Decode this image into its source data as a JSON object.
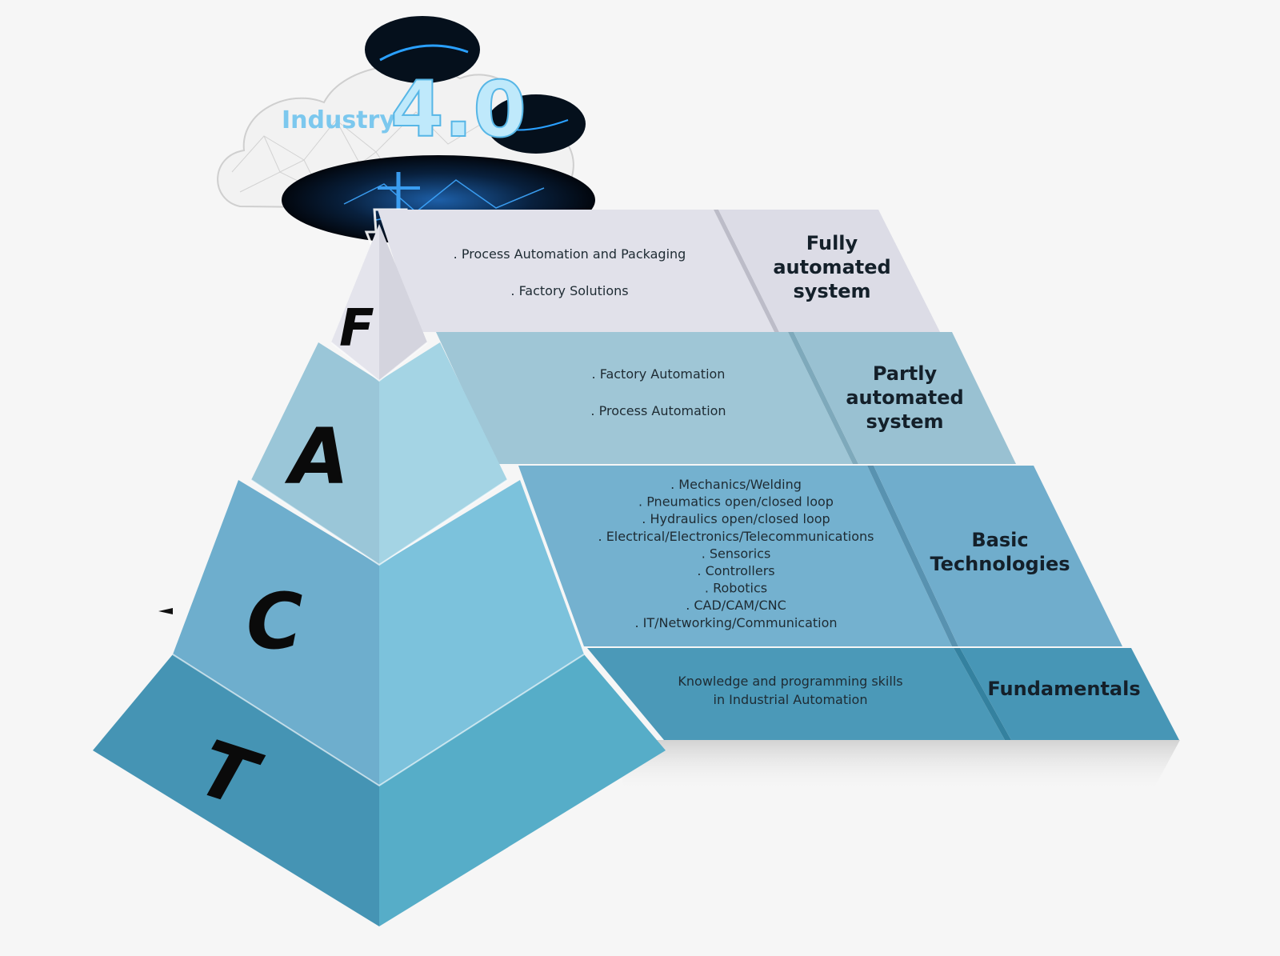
{
  "logo": {
    "word": "Industry",
    "number": "4.0"
  },
  "letters": [
    "F",
    "A",
    "C",
    "T"
  ],
  "tiers": [
    {
      "label_lines": [
        "Fully",
        "automated",
        "system"
      ],
      "items": [
        ". Process Automation and Packaging",
        ". Factory Solutions"
      ]
    },
    {
      "label_lines": [
        "Partly",
        "automated",
        "system"
      ],
      "items": [
        ". Factory Automation",
        ". Process Automation"
      ]
    },
    {
      "label_lines": [
        "Basic",
        "Technologies"
      ],
      "items": [
        ". Mechanics/Welding",
        ". Pneumatics open/closed loop",
        ". Hydraulics open/closed loop",
        ". Electrical/Electronics/Telecommunications",
        ". Sensorics",
        ". Controllers",
        ". Robotics",
        ". CAD/CAM/CNC",
        ". IT/Networking/Communication"
      ]
    },
    {
      "label_lines": [
        "Fundamentals"
      ],
      "items": [
        "Knowledge and programming skills",
        "in Industrial Automation"
      ]
    }
  ],
  "colors": {
    "tier_fully": "#e1e1ea",
    "tier_partly": "#9fc6d6",
    "tier_basic": "#74b1cf",
    "tier_fundamentals": "#4b99b8",
    "dark_blob": "#06111e",
    "glow": "#2aa0ff"
  }
}
